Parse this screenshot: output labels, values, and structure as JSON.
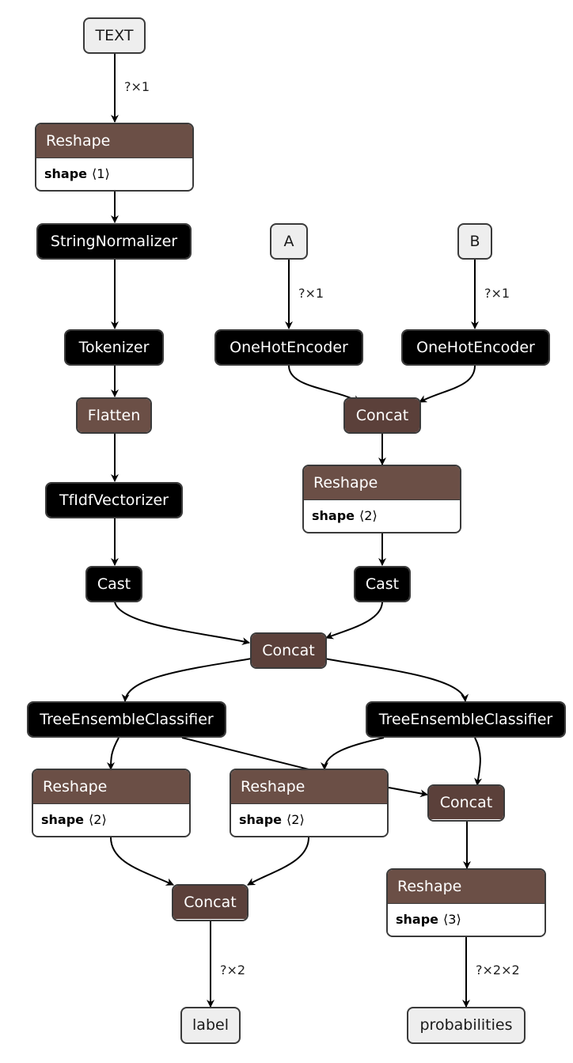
{
  "graph": {
    "inputs": {
      "text": "TEXT",
      "a": "A",
      "b": "B"
    },
    "outputs": {
      "label": "label",
      "probabilities": "probabilities"
    },
    "nodes": {
      "reshape1": {
        "op": "Reshape",
        "attr_name": "shape",
        "attr_value": "⟨1⟩"
      },
      "string_normalizer": {
        "op": "StringNormalizer"
      },
      "tokenizer": {
        "op": "Tokenizer"
      },
      "flatten": {
        "op": "Flatten"
      },
      "tfidf": {
        "op": "TfIdfVectorizer"
      },
      "cast_left": {
        "op": "Cast"
      },
      "onehot_a": {
        "op": "OneHotEncoder"
      },
      "onehot_b": {
        "op": "OneHotEncoder"
      },
      "concat_ab": {
        "op": "Concat"
      },
      "reshape2": {
        "op": "Reshape",
        "attr_name": "shape",
        "attr_value": "⟨2⟩"
      },
      "cast_right": {
        "op": "Cast"
      },
      "concat_main": {
        "op": "Concat"
      },
      "tree_left": {
        "op": "TreeEnsembleClassifier"
      },
      "tree_right": {
        "op": "TreeEnsembleClassifier"
      },
      "reshape_left": {
        "op": "Reshape",
        "attr_name": "shape",
        "attr_value": "⟨2⟩"
      },
      "reshape_mid": {
        "op": "Reshape",
        "attr_name": "shape",
        "attr_value": "⟨2⟩"
      },
      "concat_prob": {
        "op": "Concat"
      },
      "concat_label": {
        "op": "Concat"
      },
      "reshape_prob": {
        "op": "Reshape",
        "attr_name": "shape",
        "attr_value": "⟨3⟩"
      }
    },
    "edge_labels": {
      "text_in": "?×1",
      "a_in": "?×1",
      "b_in": "?×1",
      "label_out": "?×2",
      "prob_out": "?×2×2"
    }
  }
}
